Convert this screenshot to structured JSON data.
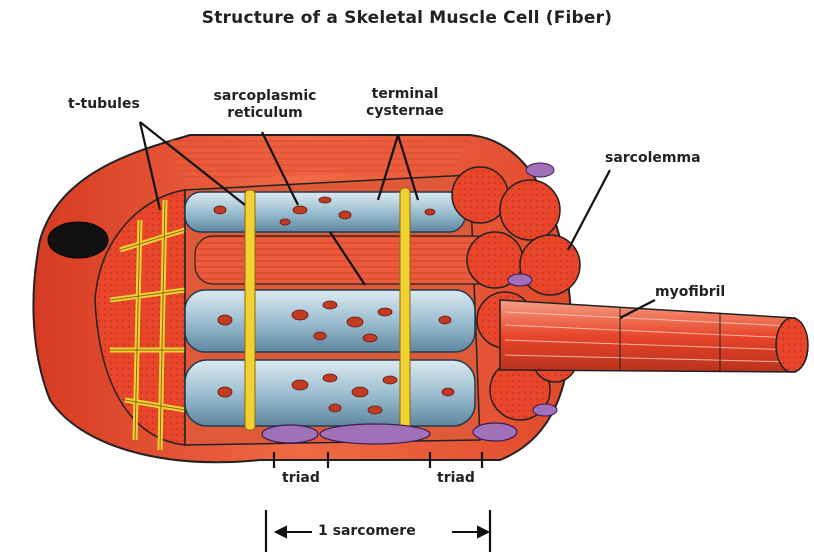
{
  "title": "Structure of a Skeletal Muscle Cell (Fiber)",
  "labels": {
    "t_tubules": "t-tubules",
    "sarcoplasmic_line1": "sarcoplasmic",
    "sarcoplasmic_line2": "reticulum",
    "terminal_line1": "terminal",
    "terminal_line2": "cysternae",
    "sarcolemma": "sarcolemma",
    "myofibril": "myofibril",
    "triad_left": "triad",
    "triad_right": "triad",
    "sarcomere": "1 sarcomere"
  },
  "colors": {
    "muscle_red": "#e8452a",
    "muscle_dark": "#b8321c",
    "tubule_blue": "#8fb3c7",
    "tubule_light": "#c8dde8",
    "t_tubule_yellow": "#f2d233",
    "mitochondria_purple": "#a070b8",
    "nucleus_black": "#111111"
  }
}
